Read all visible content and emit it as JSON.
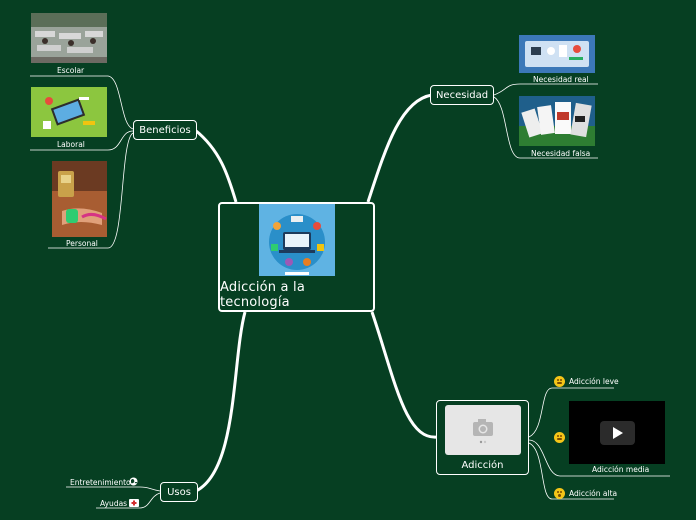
{
  "central": {
    "title": "Adicción a la tecnología",
    "image_icon": "tech-devices-illustration"
  },
  "topics": {
    "beneficios": "Beneficios",
    "necesidad": "Necesidad",
    "usos": "Usos",
    "adiccion": "Adicción"
  },
  "beneficios_items": [
    "Escolar",
    "Laboral",
    "Personal"
  ],
  "necesidad_items": [
    "Necesidad real",
    "Necesidad falsa"
  ],
  "usos_items": [
    {
      "label": "Entretenimiento",
      "icon": "globe-icon"
    },
    {
      "label": "Ayudas",
      "icon": "first-aid-icon"
    }
  ],
  "adiccion_items": [
    {
      "label": "Adicción leve",
      "icon": "neutral-face-icon"
    },
    {
      "label": "Adicción media",
      "icon": "neutral-face-icon"
    },
    {
      "label": "Adicción alta",
      "icon": "surprised-face-icon"
    }
  ],
  "colors": {
    "background": "#063f22",
    "line": "#ffffff"
  }
}
